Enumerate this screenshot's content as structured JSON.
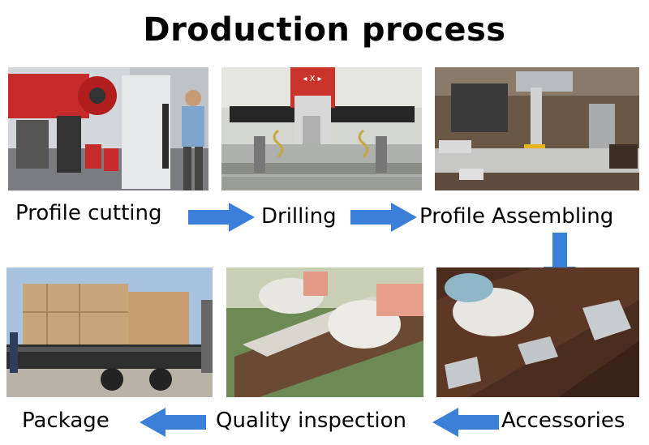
{
  "title": "Droduction process",
  "steps": {
    "cutting": "Profile cutting",
    "drilling": "Drilling",
    "assembling": "Profile Assembling",
    "accessories": "Accessories",
    "inspection": "Quality inspection",
    "package": "Package"
  },
  "colors": {
    "arrow": "#3a7fd8",
    "text": "#000000"
  }
}
